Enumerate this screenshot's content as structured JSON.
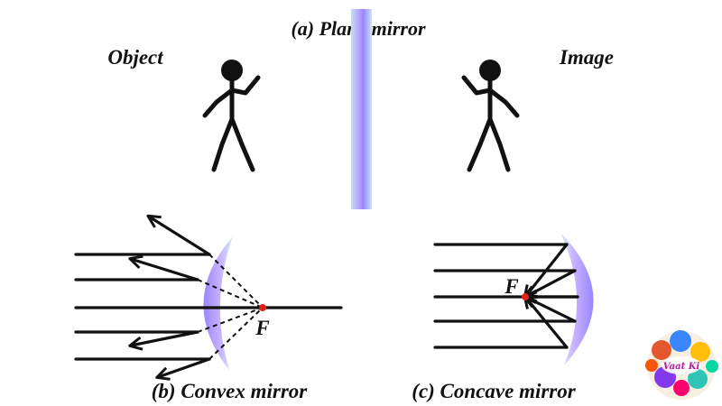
{
  "plane_mirror": {
    "caption": "(a) Plane mirror",
    "object_label": "Object",
    "image_label": "Image"
  },
  "convex_mirror": {
    "caption": "(b) Convex mirror",
    "focus_label": "F"
  },
  "concave_mirror": {
    "caption": "(c) Concave mirror",
    "focus_label": "F"
  },
  "logo": {
    "text": "Vaat Ki"
  },
  "colors": {
    "ink": "#111111",
    "mirror_light": "#c9b4ff",
    "mirror_mid": "#9a86ff",
    "mirror_edge": "#bfe3f0",
    "focus_dot": "#e0201c"
  }
}
